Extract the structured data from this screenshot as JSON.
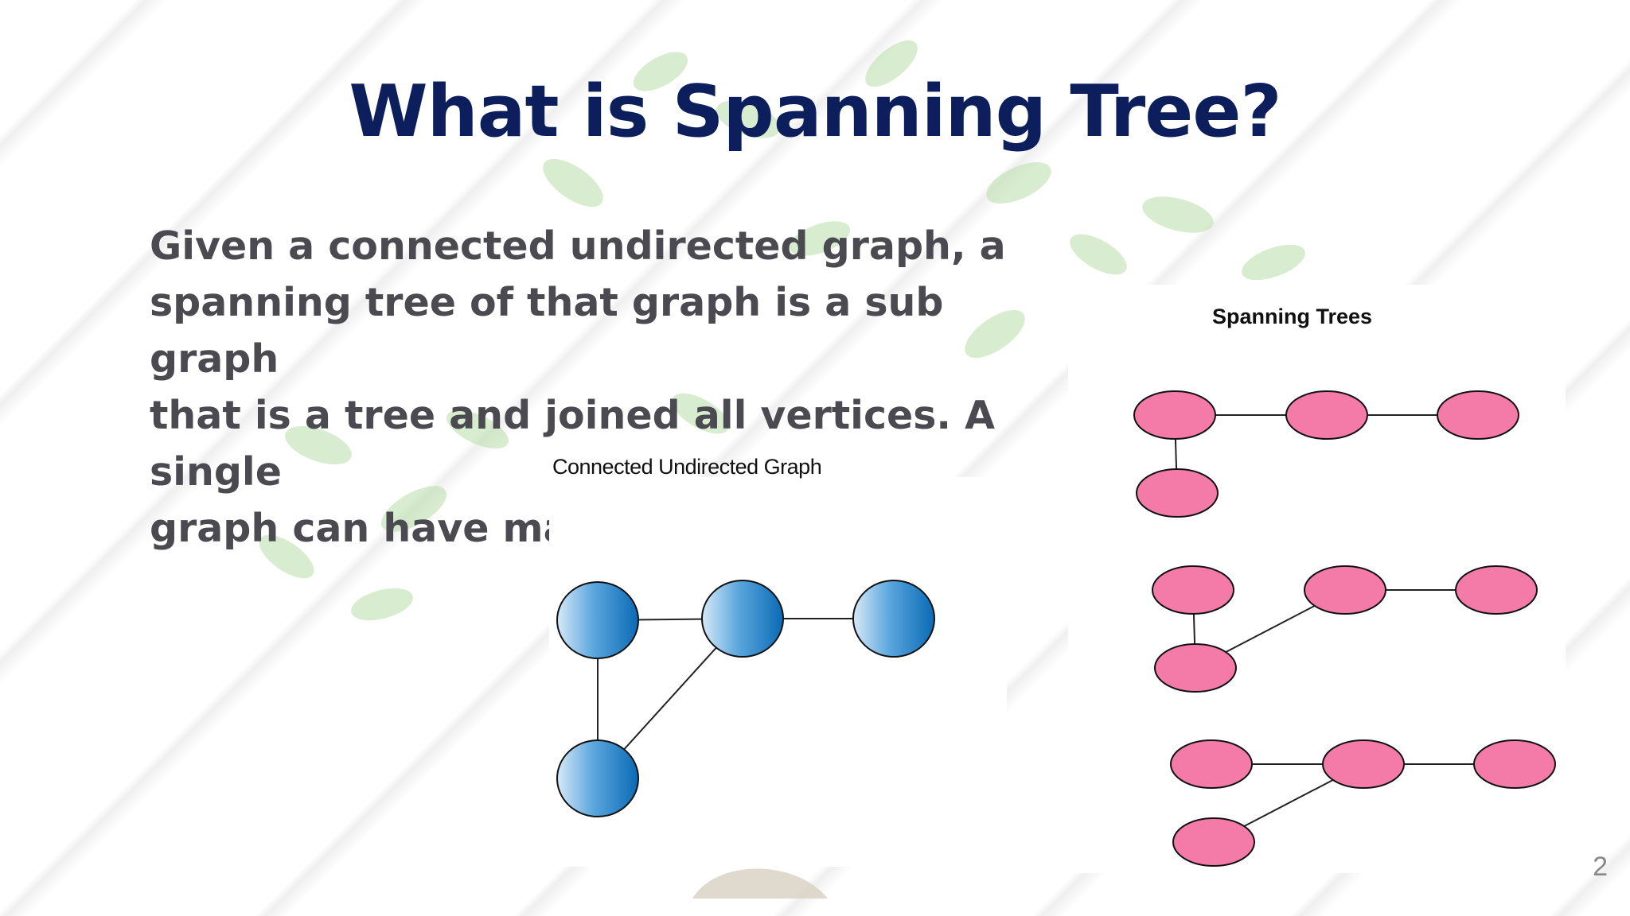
{
  "slide": {
    "title": "What is Spanning Tree?",
    "body_lines": [
      "Given a connected undirected graph, a",
      "spanning tree of that graph is a sub graph",
      "that is a tree and joined all vertices. A single",
      "graph can have many spanning trees."
    ],
    "page_number": "2"
  },
  "diagrams": {
    "connected_graph": {
      "caption": "Connected Undirected Graph",
      "node_color": "#1a7fc6",
      "nodes": 4,
      "edges": [
        [
          0,
          1
        ],
        [
          1,
          2
        ],
        [
          0,
          3
        ],
        [
          1,
          3
        ]
      ]
    },
    "spanning_trees": {
      "caption": "Spanning Trees",
      "node_color": "#f47aa8",
      "trees": [
        {
          "edges": [
            [
              0,
              1
            ],
            [
              1,
              2
            ],
            [
              0,
              3
            ]
          ]
        },
        {
          "edges": [
            [
              0,
              3
            ],
            [
              1,
              2
            ],
            [
              1,
              3
            ]
          ]
        },
        {
          "edges": [
            [
              0,
              1
            ],
            [
              1,
              2
            ],
            [
              1,
              3
            ]
          ]
        }
      ]
    }
  },
  "colors": {
    "title": "#0c1f5c",
    "body_text": "#4a4a50",
    "leaf_green": "#9fd18a"
  }
}
